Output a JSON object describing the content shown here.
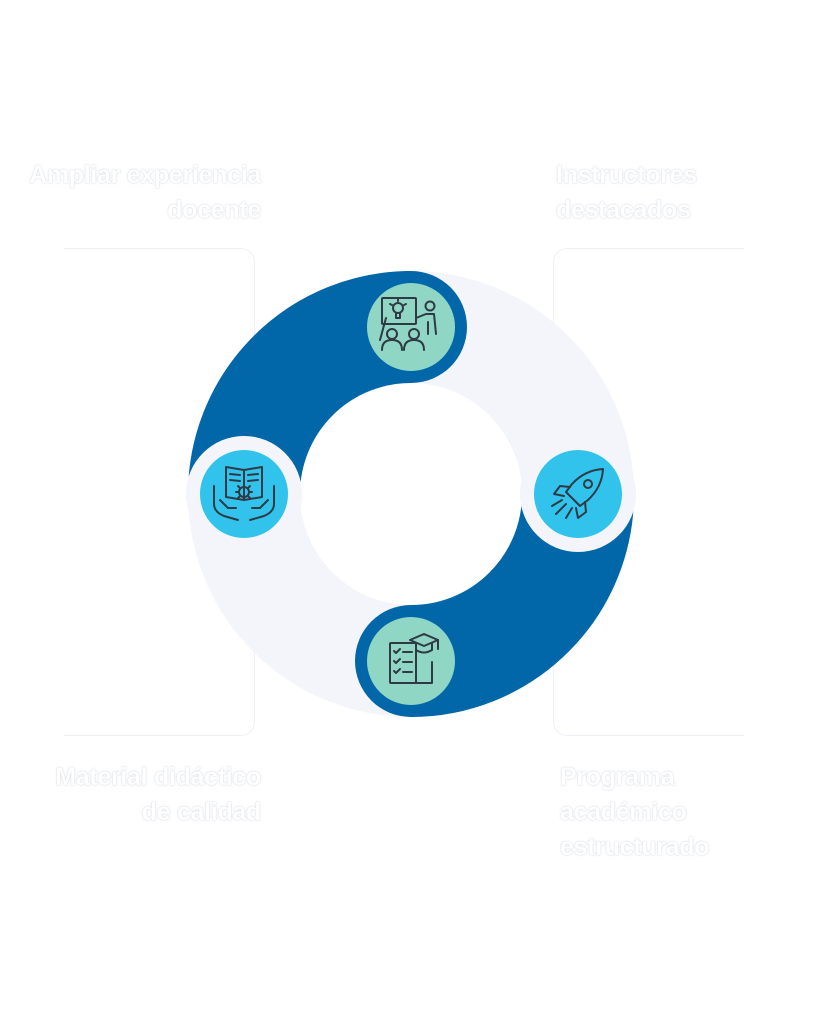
{
  "labels": {
    "top_left": [
      "Ampliar experiencia",
      "docente"
    ],
    "top_right": [
      "Instructores",
      "destacados"
    ],
    "bottom_left": [
      "Material didáctico",
      "de calidad"
    ],
    "bottom_right": [
      "Programa",
      "académico",
      "estructurado"
    ]
  },
  "colors": {
    "dark_blue": "#0267a8",
    "light_ring": "#f3f5fa",
    "mint": "#8fd6c4",
    "cyan": "#31c3ec",
    "icon_stroke": "#2f3a44"
  },
  "icons": {
    "top": "teacher-classroom-icon",
    "right": "rocket-icon",
    "bottom": "graduation-checklist-icon",
    "left": "book-hands-gear-icon"
  }
}
